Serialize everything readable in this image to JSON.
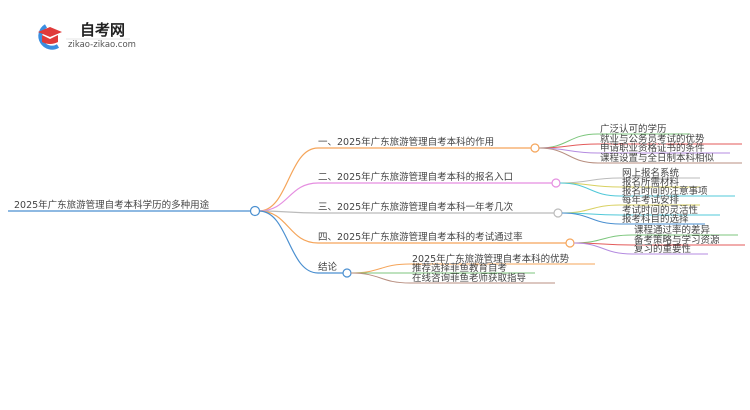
{
  "logo": {
    "title": "自考网",
    "subtitle": "zikao-zikao.com"
  },
  "root": {
    "label": "2025年广东旅游管理自考本科学历的多种用途",
    "color": "#4a8fd0"
  },
  "branches": [
    {
      "label": "一、2025年广东旅游管理自考本科的作用",
      "color": "#f5a55a",
      "children": [
        {
          "label": "广泛认可的学历",
          "color": "#7cc67c"
        },
        {
          "label": "就业与公务员考试的优势",
          "color": "#e35a5a"
        },
        {
          "label": "申请职业资格证书的条件",
          "color": "#b48be0"
        },
        {
          "label": "课程设置与全日制本科相似",
          "color": "#b88f80"
        }
      ]
    },
    {
      "label": "二、2025年广东旅游管理自考本科的报名入口",
      "color": "#e58ee0",
      "children": [
        {
          "label": "网上报名系统",
          "color": "#bbbbbb"
        },
        {
          "label": "报名所需材料",
          "color": "#d8d060"
        },
        {
          "label": "报名时间的注意事项",
          "color": "#50c8d8"
        }
      ]
    },
    {
      "label": "三、2025年广东旅游管理自考本科一年考几次",
      "color": "#bbbbbb",
      "children": [
        {
          "label": "每年考试安排",
          "color": "#d8d060"
        },
        {
          "label": "考试时间的灵活性",
          "color": "#50c8d8"
        },
        {
          "label": "报考科目的选择",
          "color": "#4a8fd0"
        }
      ]
    },
    {
      "label": "四、2025年广东旅游管理自考本科的考试通过率",
      "color": "#f5a55a",
      "children": [
        {
          "label": "课程通过率的差异",
          "color": "#7cc67c"
        },
        {
          "label": "备考策略与学习资源",
          "color": "#e35a5a"
        },
        {
          "label": "复习的重要性",
          "color": "#b48be0"
        }
      ]
    },
    {
      "label": "结论",
      "color": "#4a8fd0",
      "children": [
        {
          "label": "2025年广东旅游管理自考本科的优势",
          "color": "#f5a55a"
        },
        {
          "label": "推荐选择菲鱼教育自考",
          "color": "#7cc67c"
        },
        {
          "label": "在线咨询菲鱼老师获取指导",
          "color": "#b88f80"
        }
      ]
    }
  ]
}
